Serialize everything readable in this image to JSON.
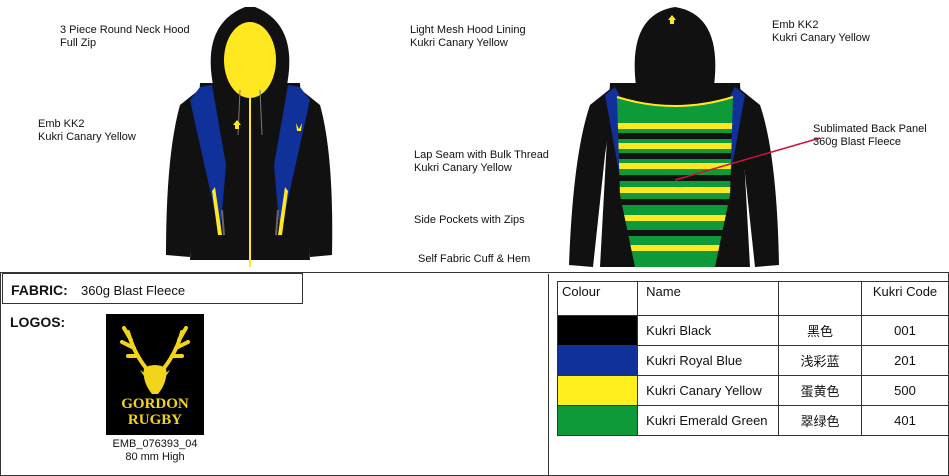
{
  "annotations": {
    "hood": {
      "line1": "3 Piece Round Neck Hood",
      "line2": "Full Zip"
    },
    "mesh": {
      "line1": "Light Mesh Hood Lining",
      "line2": "Kukri Canary Yellow"
    },
    "emb_front": {
      "line1": "Emb KK2",
      "line2": "Kukri Canary Yellow"
    },
    "emb_back": {
      "line1": "Emb KK2",
      "line2": "Kukri Canary Yellow"
    },
    "lap_seam": {
      "line1": "Lap Seam with Bulk Thread",
      "line2": "Kukri Canary Yellow"
    },
    "pockets": "Side Pockets with Zips",
    "cuff": "Self Fabric Cuff & Hem",
    "back_panel": {
      "line1": "Sublimated Back Panel",
      "line2": "360g Blast Fleece"
    }
  },
  "fabric": {
    "label": "FABRIC:",
    "value": "360g Blast Fleece"
  },
  "logos": {
    "label": "LOGOS:",
    "emblem_line1": "GORDON",
    "emblem_line2": "RUGBY",
    "code": "EMB_076393_04",
    "size": "80 mm High"
  },
  "colour_table": {
    "headers": [
      "Colour",
      "Name",
      "",
      "Kukri Code"
    ],
    "rows": [
      {
        "swatch": "#000000",
        "name": "Kukri Black",
        "chinese": "黑色",
        "code": "001"
      },
      {
        "swatch": "#10319a",
        "name": "Kukri Royal Blue",
        "chinese": "浅彩蓝",
        "code": "201"
      },
      {
        "swatch": "#ffef1f",
        "name": "Kukri Canary Yellow",
        "chinese": "蛋黄色",
        "code": "500"
      },
      {
        "swatch": "#0f9a3a",
        "name": "Kukri Emerald Green",
        "chinese": "翠绿色",
        "code": "401"
      }
    ]
  },
  "colors": {
    "black": "#111111",
    "royal": "#10319a",
    "canary": "#ffe81f",
    "green": "#0f9a3a",
    "pointer": "#d0103a"
  }
}
